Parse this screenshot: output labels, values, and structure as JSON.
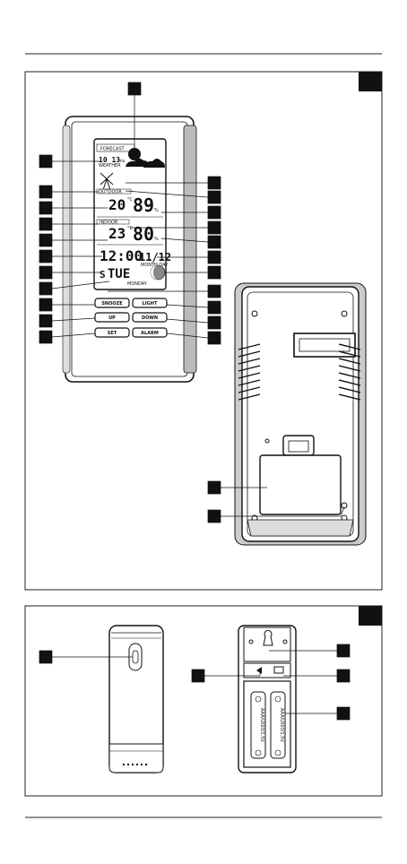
{
  "display": {
    "forecast_label": "FORECAST",
    "forecast_time": "10 13",
    "forecast_time_unit": "ms",
    "forecast_sub": "WEATHER",
    "outdoor_label": "OUTDOOR",
    "outdoor_temp": "20",
    "outdoor_temp_unit": "°C",
    "outdoor_humidity": "89",
    "humidity_unit": "%",
    "indoor_label": "INDOOR",
    "indoor_temp": "23",
    "indoor_temp_unit": "°C",
    "indoor_humidity": "80",
    "time": "12:00",
    "date": "11/12",
    "date_labels": "MONTH DAY",
    "weekday": "TUE",
    "weekday_prefix": "S",
    "weekday_sub": "MONDAY"
  },
  "buttons": {
    "snooze": "SNOOZE",
    "light": "LIGHT",
    "up": "UP",
    "down": "DOWN",
    "set": "SET",
    "alarm": "ALARM"
  },
  "battery_label": "AAA/LR03/1.5V"
}
